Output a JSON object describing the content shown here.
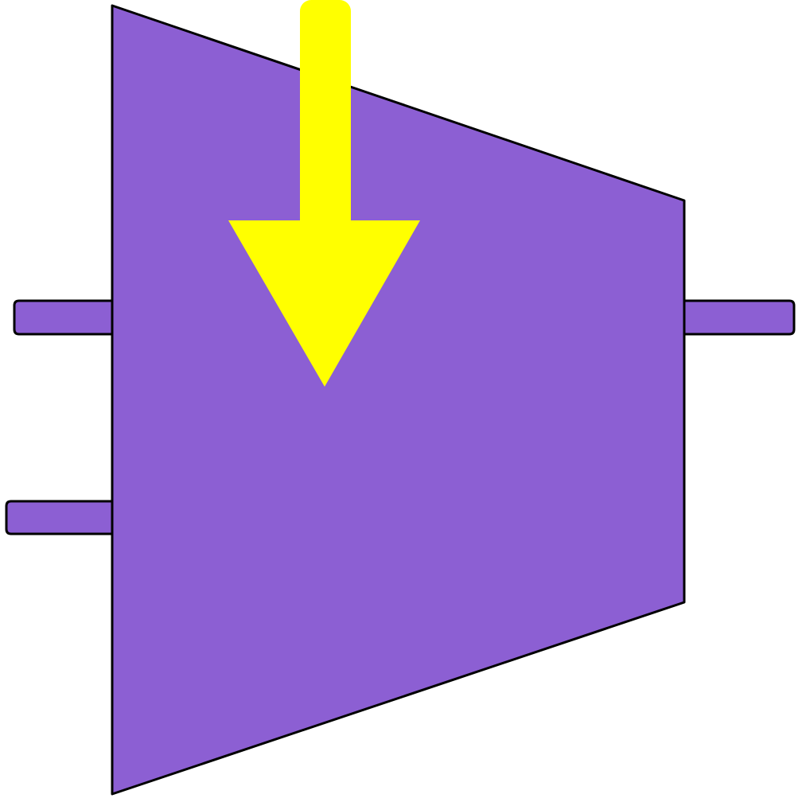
{
  "diagram": {
    "shape": "trapezoid-mux-symbol",
    "inputs": 2,
    "outputs": 1,
    "arrow_direction": "down",
    "colors": {
      "background": "#ffffff",
      "body_fill": "#8c5fd3",
      "stroke": "#000000",
      "arrow_fill": "#ffff00"
    }
  }
}
